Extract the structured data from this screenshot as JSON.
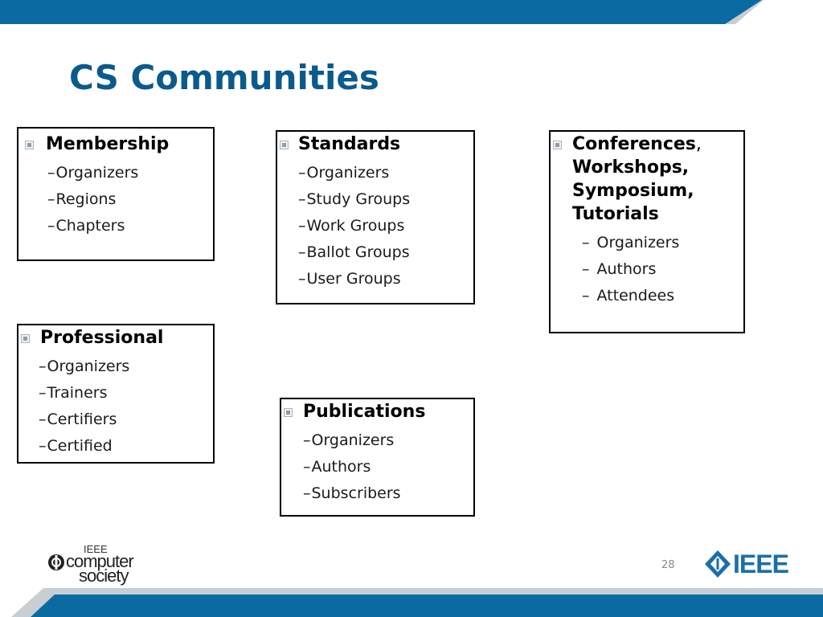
{
  "slide": {
    "title": "CS Communities",
    "page_number": "28"
  },
  "colors": {
    "title": "#0b5a8c",
    "bar": "#0a6aa1",
    "bar_shadow": "#c9ced3",
    "ieee_logo": "#1c6fa8"
  },
  "boxes": {
    "membership": {
      "heading": "Membership",
      "items": [
        "Organizers",
        "Regions",
        "Chapters"
      ]
    },
    "standards": {
      "heading": "Standards",
      "items": [
        "Organizers",
        "Study Groups",
        "Work Groups",
        "Ballot Groups",
        "User Groups"
      ]
    },
    "conferences": {
      "heading_lines": [
        "Conferences",
        "Workshops,",
        "Symposium,",
        "Tutorials"
      ],
      "heading_comma": ",",
      "items": [
        "Organizers",
        "Authors",
        "Attendees"
      ]
    },
    "professional": {
      "heading": "Professional",
      "items": [
        "Organizers",
        "Trainers",
        "Certifiers",
        "Certified"
      ]
    },
    "publications": {
      "heading": "Publications",
      "items": [
        "Organizers",
        "Authors",
        "Subscribers"
      ]
    }
  },
  "logos": {
    "computer_society": {
      "small": "IEEE",
      "line1": "computer",
      "line2": "society",
      "icon": "computer-society-emblem-icon"
    },
    "ieee": {
      "word": "IEEE",
      "icon": "ieee-diamond-icon"
    }
  }
}
